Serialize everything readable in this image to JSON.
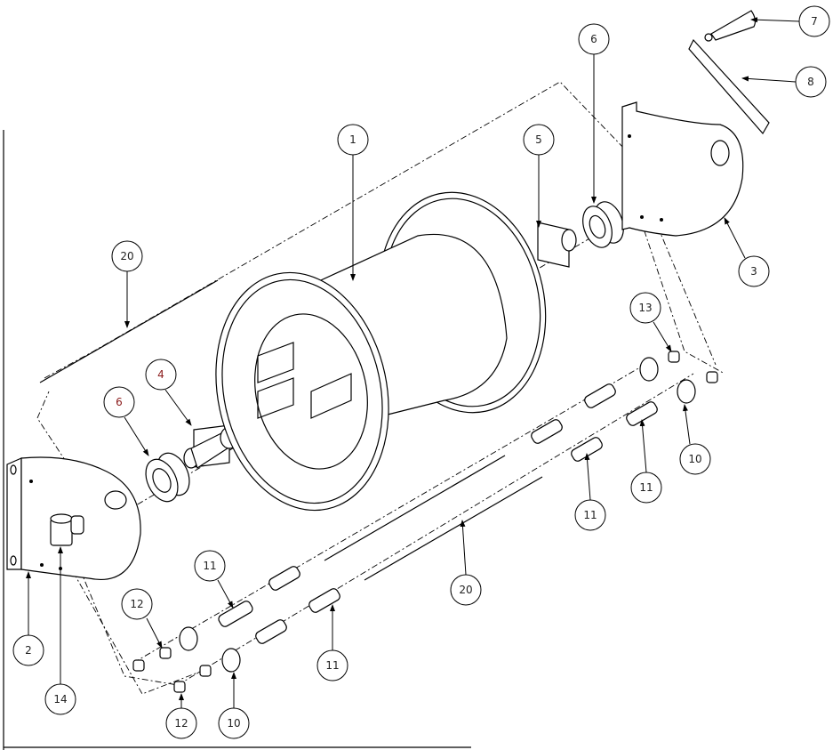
{
  "title": "Hose reel exploded assembly view",
  "balloons": {
    "b1": "1",
    "b2": "2",
    "b3": "3",
    "b4": "4",
    "b5": "5",
    "b6a": "6",
    "b6b": "6",
    "b7": "7",
    "b8": "8",
    "b10a": "10",
    "b10b": "10",
    "b11a": "11",
    "b11b": "11",
    "b11c": "11",
    "b11d": "11",
    "b12a": "12",
    "b12b": "12",
    "b13": "13",
    "b14": "14",
    "b20a": "20",
    "b20b": "20"
  },
  "colors": {
    "line": "#000000",
    "balloon_text": "#222222",
    "highlight_text": "#8a1a1a"
  }
}
